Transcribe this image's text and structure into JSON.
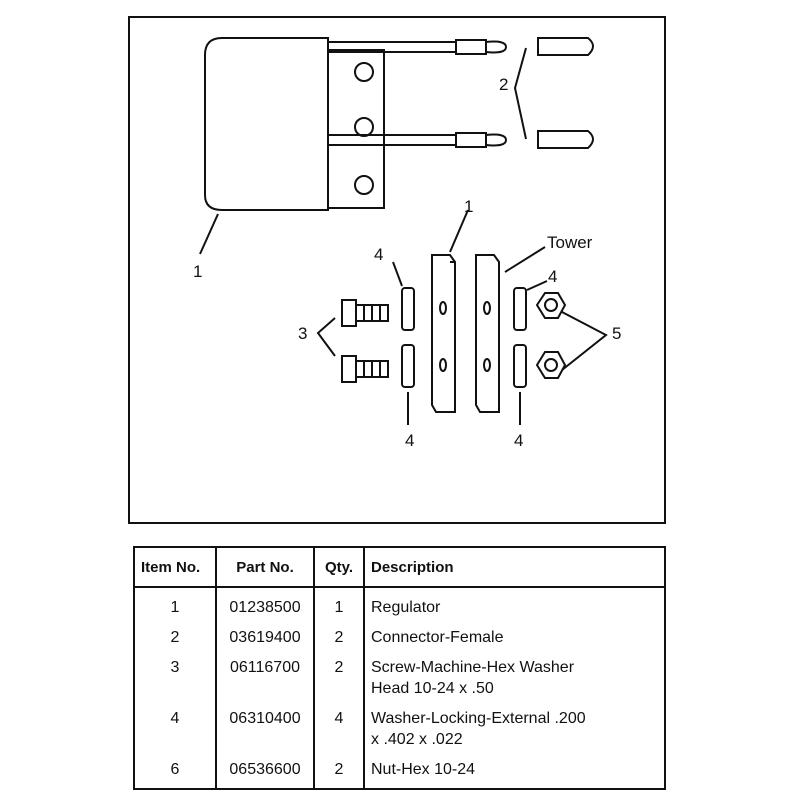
{
  "diagram": {
    "callouts": {
      "regulator": "1",
      "connectors": "2",
      "screws": "3",
      "washer_upper_left": "4",
      "washer_lower_left": "4",
      "tower_label": "Tower",
      "bracket": "1",
      "washer_upper_right": "4",
      "washer_lower_right": "4",
      "nuts": "5"
    }
  },
  "table": {
    "headers": {
      "item": "Item No.",
      "part": "Part No.",
      "qty": "Qty.",
      "desc": "Description"
    },
    "rows": [
      {
        "item": "1",
        "part": "01238500",
        "qty": "1",
        "desc": [
          "Regulator"
        ]
      },
      {
        "item": "2",
        "part": "03619400",
        "qty": "2",
        "desc": [
          "Connector-Female"
        ]
      },
      {
        "item": "3",
        "part": "06116700",
        "qty": "2",
        "desc": [
          "Screw-Machine-Hex Washer",
          "Head 10-24 x .50"
        ]
      },
      {
        "item": "4",
        "part": "06310400",
        "qty": "4",
        "desc": [
          "Washer-Locking-External .200",
          "x .402 x .022"
        ]
      },
      {
        "item": "6",
        "part": "06536600",
        "qty": "2",
        "desc": [
          "Nut-Hex 10-24"
        ]
      }
    ]
  }
}
